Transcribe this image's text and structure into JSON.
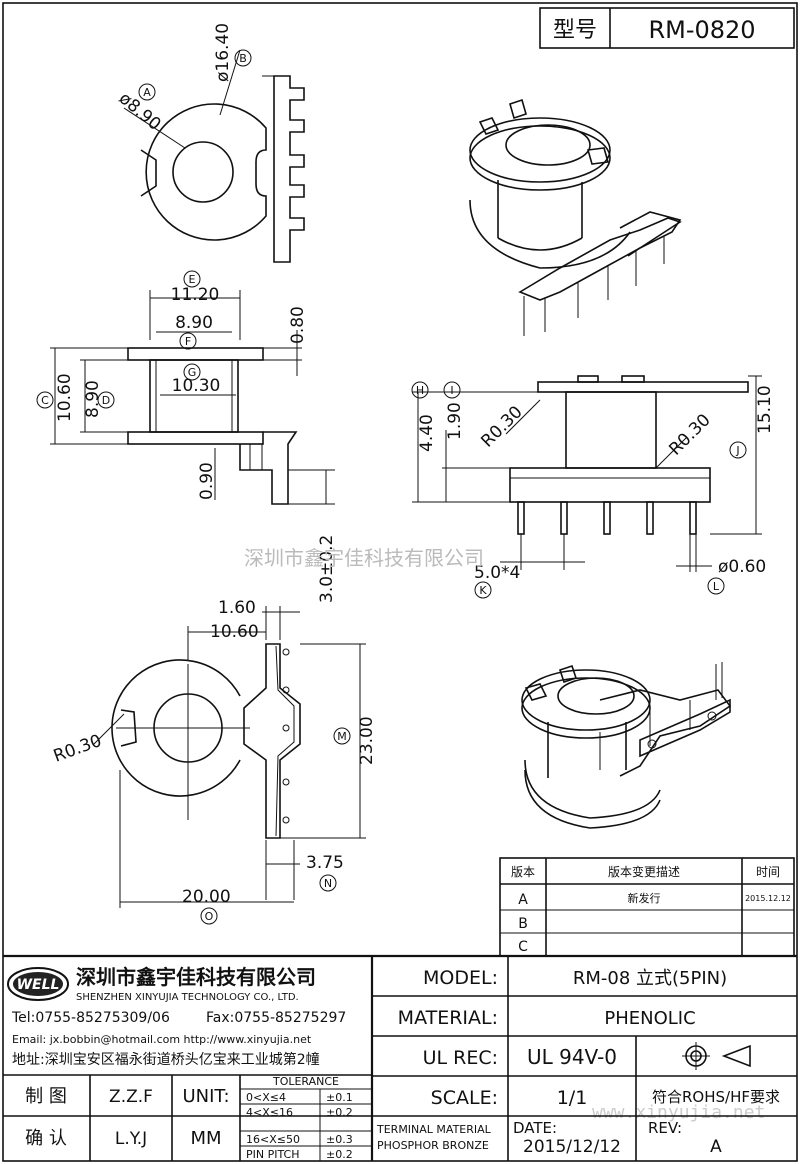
{
  "header": {
    "model_label": "型号",
    "model_value": "RM-0820"
  },
  "views": {
    "top": {
      "dia_small": "ø8.90",
      "dia_small_tag": "A",
      "dia_large": "ø16.40",
      "dia_large_tag": "B"
    },
    "front": {
      "w_outer": "11.20",
      "w_outer_tag": "E",
      "w_mid": "8.90",
      "w_mid_tag": "F",
      "w_inner": "10.30",
      "w_inner_tag": "G",
      "flange": "0.80",
      "h_outer": "10.60",
      "h_outer_tag": "C",
      "h_inner": "8.90",
      "h_inner_tag": "D",
      "pin_off": "0.90",
      "pin_len": "3.0±0.2"
    },
    "side": {
      "h1": "4.40",
      "h1_tag": "H",
      "h2": "1.90",
      "h2_tag": "I",
      "r1": "R0.30",
      "r2": "R0.30",
      "total": "15.10",
      "total_tag": "J",
      "pitch": "5.0*4",
      "pitch_tag": "K",
      "pin_dia": "ø0.60",
      "pin_dia_tag": "L"
    },
    "bottom": {
      "d1": "1.60",
      "d2": "10.60",
      "r": "R0.30",
      "len": "23.00",
      "len_tag": "M",
      "w1": "3.75",
      "w1_tag": "N",
      "w2": "20.00",
      "w2_tag": "O"
    }
  },
  "watermark": "深圳市鑫宇佳科技有限公司",
  "watermark_url": "www.xinyujia.net",
  "revision_table": {
    "headers": [
      "版本",
      "版本变更描述",
      "时间"
    ],
    "rows": [
      {
        "ver": "A",
        "desc": "新发行",
        "date": "2015.12.12"
      },
      {
        "ver": "B",
        "desc": "",
        "date": ""
      },
      {
        "ver": "C",
        "desc": "",
        "date": ""
      }
    ]
  },
  "company": {
    "logo": "WELL",
    "name": "深圳市鑫宇佳科技有限公司",
    "name_en": "SHENZHEN XINYUJIA TECHNOLOGY CO., LTD.",
    "tel": "Tel:0755-85275309/06",
    "fax": "Fax:0755-85275297",
    "email": "Email: jx.bobbin@hotmail.com http://www.xinyujia.net",
    "address": "地址:深圳宝安区福永街道桥头亿宝来工业城第2幢"
  },
  "title_block": {
    "model_label": "MODEL:",
    "model_value": "RM-08 立式(5PIN)",
    "material_label": "MATERIAL:",
    "material_value": "PHENOLIC",
    "ulrec_label": "UL REC:",
    "ulrec_value": "UL 94V-0",
    "scale_label": "SCALE:",
    "scale_value": "1/1",
    "compliance": "符合ROHS/HF要求",
    "terminal_label": "TERMINAL MATERIAL",
    "terminal_value": "PHOSPHOR BRONZE",
    "date_label": "DATE:",
    "date_value": "2015/12/12",
    "rev_label": "REV:",
    "rev_value": "A"
  },
  "signoff": {
    "draw_label": "制 图",
    "draw_value": "Z.Z.F",
    "confirm_label": "确 认",
    "confirm_value": "L.Y.J",
    "unit_label": "UNIT:",
    "unit_value": "MM"
  },
  "tolerance": {
    "title": "TOLERANCE",
    "rows": [
      {
        "range": "0<X≤4",
        "tol": "±0.1"
      },
      {
        "range": "4<X≤16",
        "tol": "±0.2"
      },
      {
        "range": "16<X≤50",
        "tol": "±0.3"
      },
      {
        "range": "PIN PITCH",
        "tol": "±0.2"
      }
    ]
  }
}
